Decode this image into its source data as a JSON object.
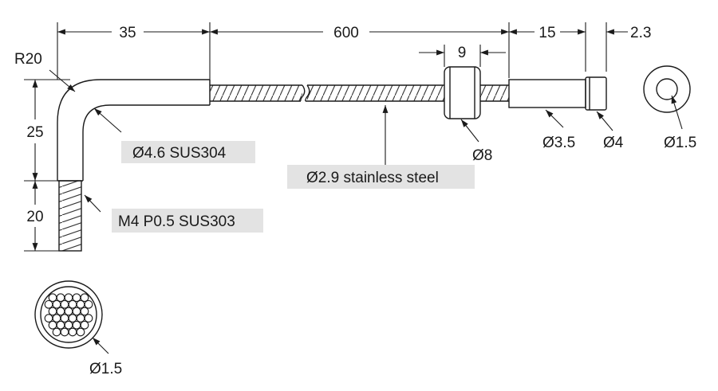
{
  "dimensions": {
    "bend_length": "35",
    "cable_length": "600",
    "ferrule_width": "9",
    "tip_length": "15",
    "tip_end": "2.3",
    "vertical_length": "25",
    "thread_length": "20",
    "bend_radius": "R20"
  },
  "callouts": {
    "sheath": "Ø4.6   SUS304",
    "thread": "M4 P0.5   SUS303",
    "cable": "Ø2.9 stainless steel",
    "ferrule": "Ø8",
    "tip_body": "Ø3.5",
    "tip_end": "Ø4",
    "end_view_hole": "Ø1.5",
    "bundle_fiber": "Ø1.5"
  },
  "colors": {
    "line": "#1a1a1a",
    "label_box": "#e3e3e3"
  }
}
